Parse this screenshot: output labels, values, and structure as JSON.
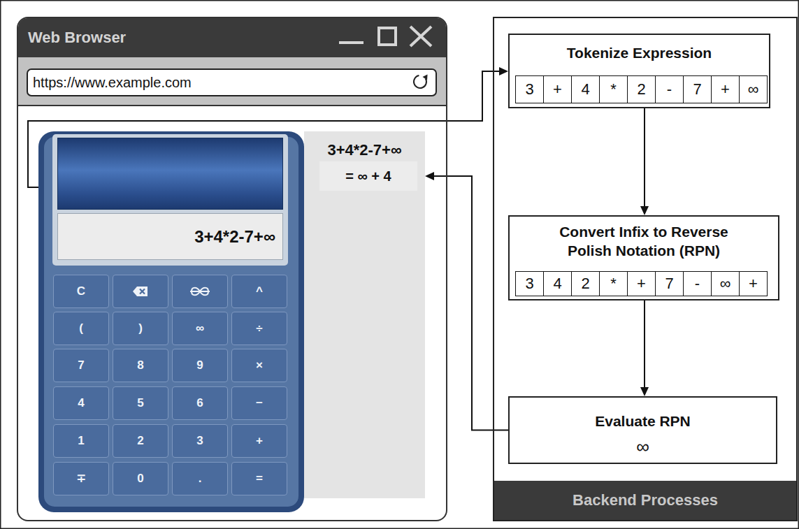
{
  "diagram": {
    "nodes": [
      {
        "text": [
          "Web Browser"
        ]
      },
      {
        "text": [
          "https://www.example.com"
        ],
        "in": 0
      },
      {
        "text": [
          "3+4*2-7+∞"
        ],
        "in": 0
      },
      {
        "text": [
          "C"
        ],
        "in": 2
      },
      {
        "text": [
          "^"
        ],
        "in": 2
      },
      {
        "text": [
          "("
        ],
        "in": 2
      },
      {
        "text": [
          ")"
        ],
        "in": 2
      },
      {
        "text": [
          "∞"
        ],
        "in": 2
      },
      {
        "text": [
          "÷"
        ],
        "in": 2
      },
      {
        "text": [
          "7"
        ],
        "in": 2
      },
      {
        "text": [
          "8"
        ],
        "in": 2
      },
      {
        "text": [
          "9"
        ],
        "in": 2
      },
      {
        "text": [
          "×"
        ],
        "in": 2
      },
      {
        "text": [
          "4"
        ],
        "in": 2
      },
      {
        "text": [
          "5"
        ],
        "in": 2
      },
      {
        "text": [
          "6"
        ],
        "in": 2
      },
      {
        "text": [
          "−"
        ],
        "in": 2
      },
      {
        "text": [
          "1"
        ],
        "in": 2
      },
      {
        "text": [
          "2"
        ],
        "in": 2
      },
      {
        "text": [
          "3"
        ],
        "in": 2
      },
      {
        "text": [
          "+"
        ],
        "in": 2
      },
      {
        "text": [
          "∓"
        ],
        "in": 2
      },
      {
        "text": [
          "0"
        ],
        "in": 2
      },
      {
        "text": [
          "."
        ],
        "in": 2
      },
      {
        "text": [
          "="
        ],
        "in": 2
      },
      {
        "text": [
          "3+4*2-7+∞",
          "= ∞ + 4"
        ],
        "in": 0
      },
      {
        "text": [
          "Backend Processes"
        ]
      },
      {
        "text": [
          "Tokenize Expression"
        ],
        "in": 26
      },
      {
        "text": [
          "Convert Infix to Reverse Polish Notation (RPN)"
        ],
        "in": 26
      },
      {
        "text": [
          "Evaluate RPN",
          "∞"
        ],
        "in": 26
      }
    ],
    "edges": [
      {
        "from": 2,
        "to": 27,
        "arrow": "to"
      },
      {
        "from": 27,
        "to": 28,
        "arrow": "to"
      },
      {
        "from": 28,
        "to": 29,
        "arrow": "to"
      },
      {
        "from": 29,
        "to": 25,
        "arrow": "to"
      }
    ],
    "labels": [
      "3",
      "+",
      "4",
      "*",
      "2",
      "-",
      "7",
      "+",
      "∞",
      "3",
      "4",
      "2",
      "*",
      "+",
      "7",
      "-",
      "∞",
      "+"
    ]
  }
}
